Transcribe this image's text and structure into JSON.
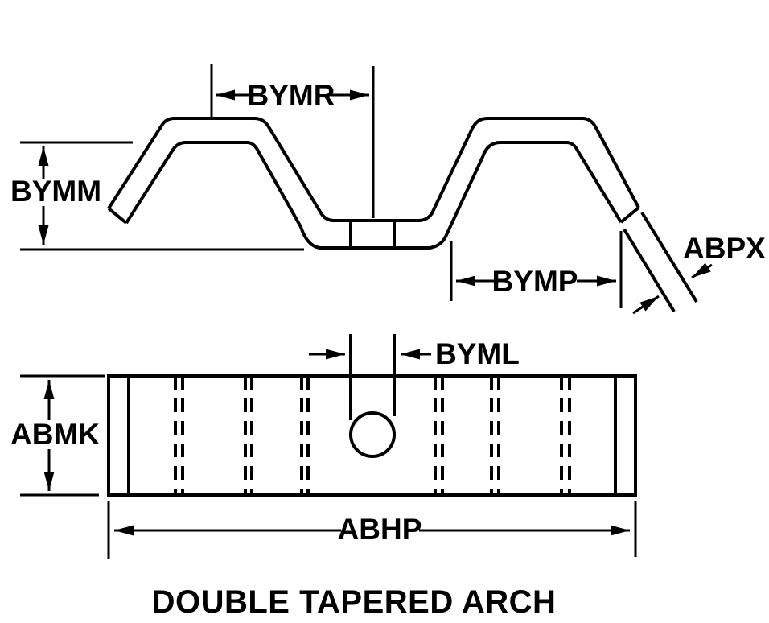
{
  "drawing": {
    "title": "DOUBLE TAPERED ARCH",
    "dimension_labels": {
      "bymr": "BYMR",
      "bymm": "BYMM",
      "bymp": "BYMP",
      "abpx": "ABPX",
      "byml": "BYML",
      "abmk": "ABMK",
      "abhp": "ABHP"
    },
    "colors": {
      "line": "#000000",
      "background": "#ffffff"
    }
  }
}
